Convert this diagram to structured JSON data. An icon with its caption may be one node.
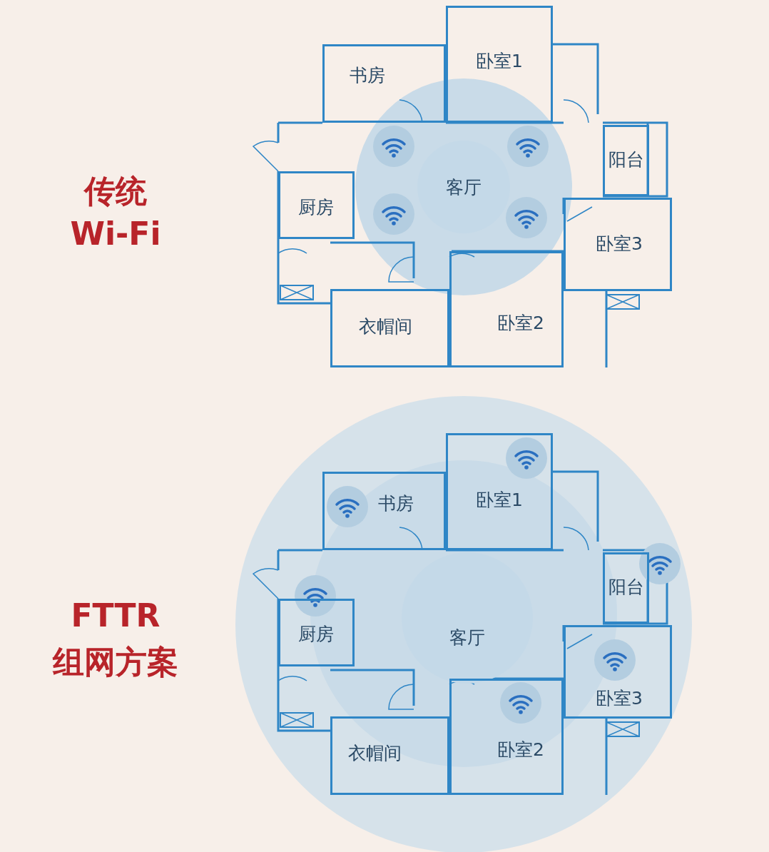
{
  "diagram": {
    "nodes": [
      {
        "text": [
          "书房"
        ]
      },
      {
        "text": [
          "卧室1"
        ]
      },
      {
        "text": [
          "阳台"
        ]
      },
      {
        "text": [
          "厨房"
        ]
      },
      {
        "text": [
          "客厅"
        ]
      },
      {
        "text": [
          "卧室3"
        ]
      },
      {
        "text": [
          "衣帽间"
        ]
      },
      {
        "text": [
          "卧室2"
        ]
      },
      {
        "text": [
          "书房"
        ]
      },
      {
        "text": [
          "卧室1"
        ]
      },
      {
        "text": [
          "阳台"
        ]
      },
      {
        "text": [
          "厨房"
        ]
      },
      {
        "text": [
          "客厅"
        ]
      },
      {
        "text": [
          "卧室3"
        ]
      },
      {
        "text": [
          "衣帽间"
        ]
      },
      {
        "text": [
          "卧室2"
        ]
      }
    ],
    "edges": [],
    "labels": [
      "传统",
      "Wi-Fi",
      "FTTR",
      "组网方案"
    ]
  }
}
